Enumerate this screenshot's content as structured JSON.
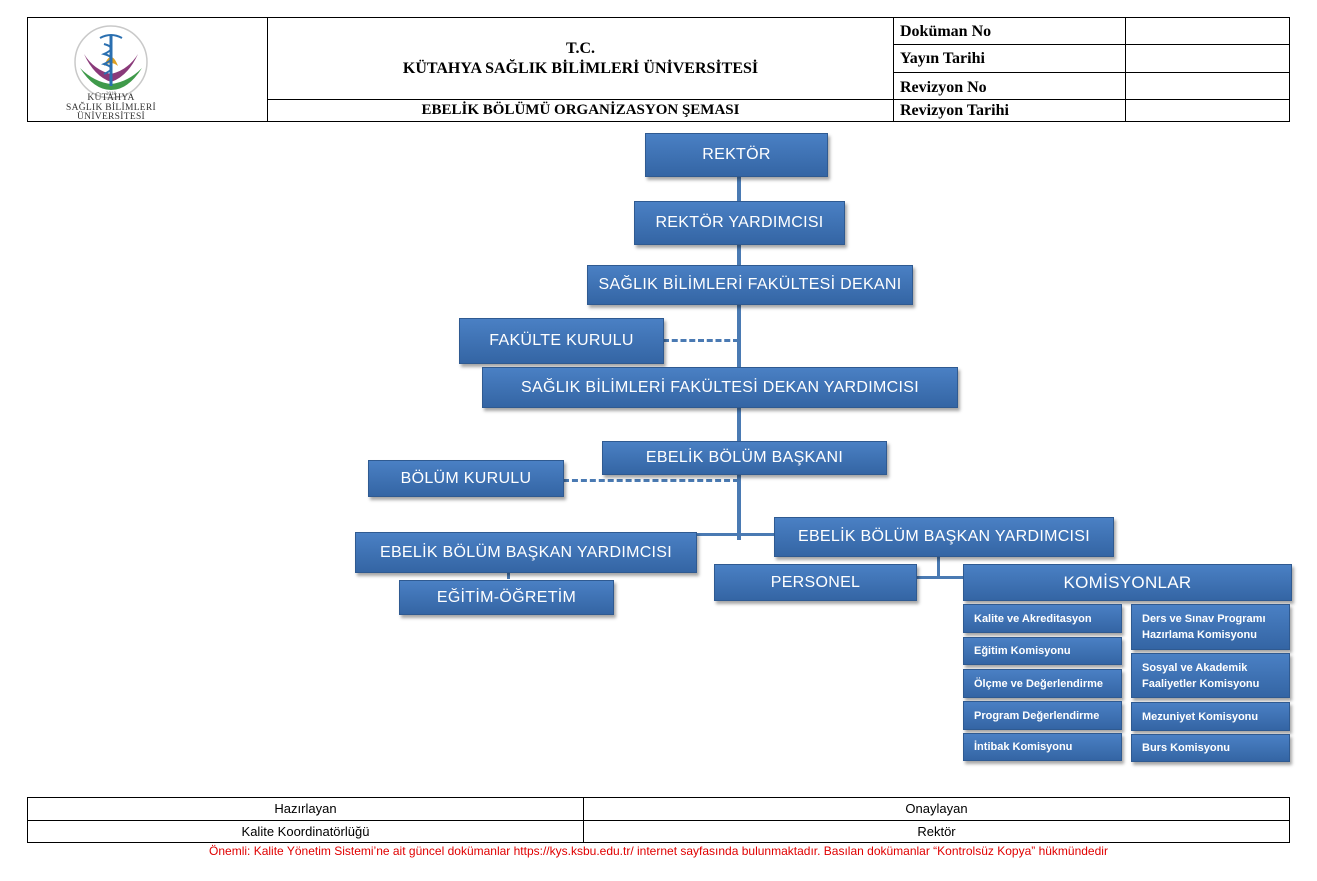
{
  "header": {
    "logo_text_1": "KÜTAHYA",
    "logo_text_2": "SAĞLIK BİLİMLERİ",
    "logo_text_3": "ÜNİVERSİTESİ",
    "logo_year": "2018",
    "title_line1": "T.C.",
    "title_line2": "KÜTAHYA SAĞLIK BİLİMLERİ ÜNİVERSİTESİ",
    "subtitle": "EBELİK BÖLÜMÜ ORGANİZASYON ŞEMASI",
    "fields": [
      {
        "label": "Doküman No",
        "value": ""
      },
      {
        "label": "Yayın Tarihi",
        "value": ""
      },
      {
        "label": "Revizyon No",
        "value": ""
      },
      {
        "label": "Revizyon Tarihi",
        "value": ""
      }
    ]
  },
  "chart": {
    "rektor": "REKTÖR",
    "rektor_yardimcisi": "REKTÖR YARDIMCISI",
    "dekan": "SAĞLIK BİLİMLERİ FAKÜLTESİ DEKANI",
    "fakulte_kurulu": "FAKÜLTE KURULU",
    "dekan_yardimcisi": "SAĞLIK BİLİMLERİ FAKÜLTESİ DEKAN YARDIMCISI",
    "bolum_baskani": "EBELİK BÖLÜM BAŞKANI",
    "bolum_kurulu": "BÖLÜM KURULU",
    "baskan_yardimcisi_left": "EBELİK BÖLÜM BAŞKAN YARDIMCISI",
    "egitim_ogretim": "EĞİTİM-ÖĞRETİM",
    "baskan_yardimcisi_right": "EBELİK BÖLÜM BAŞKAN YARDIMCISI",
    "personel": "PERSONEL",
    "komisyonlar": "KOMİSYONLAR",
    "komisyon_left": [
      "Kalite ve Akreditasyon",
      "Eğitim Komisyonu",
      "Ölçme ve Değerlendirme",
      "Program Değerlendirme",
      "İntibak Komisyonu"
    ],
    "komisyon_right": [
      "Ders ve Sınav Programı Hazırlama Komisyonu",
      "Sosyal ve Akademik Faaliyetler Komisyonu",
      "Mezuniyet Komisyonu",
      "Burs Komisyonu"
    ]
  },
  "footer": {
    "prepared_label": "Hazırlayan",
    "approved_label": "Onaylayan",
    "prepared_by": "Kalite Koordinatörlüğü",
    "approved_by": "Rektör",
    "note": "Önemli: Kalite Yönetim Sistemi’ne ait güncel dokümanlar https://kys.ksbu.edu.tr/ internet sayfasında bulunmaktadır.  Basılan dokümanlar “Kontrolsüz Kopya” hükmündedir"
  }
}
